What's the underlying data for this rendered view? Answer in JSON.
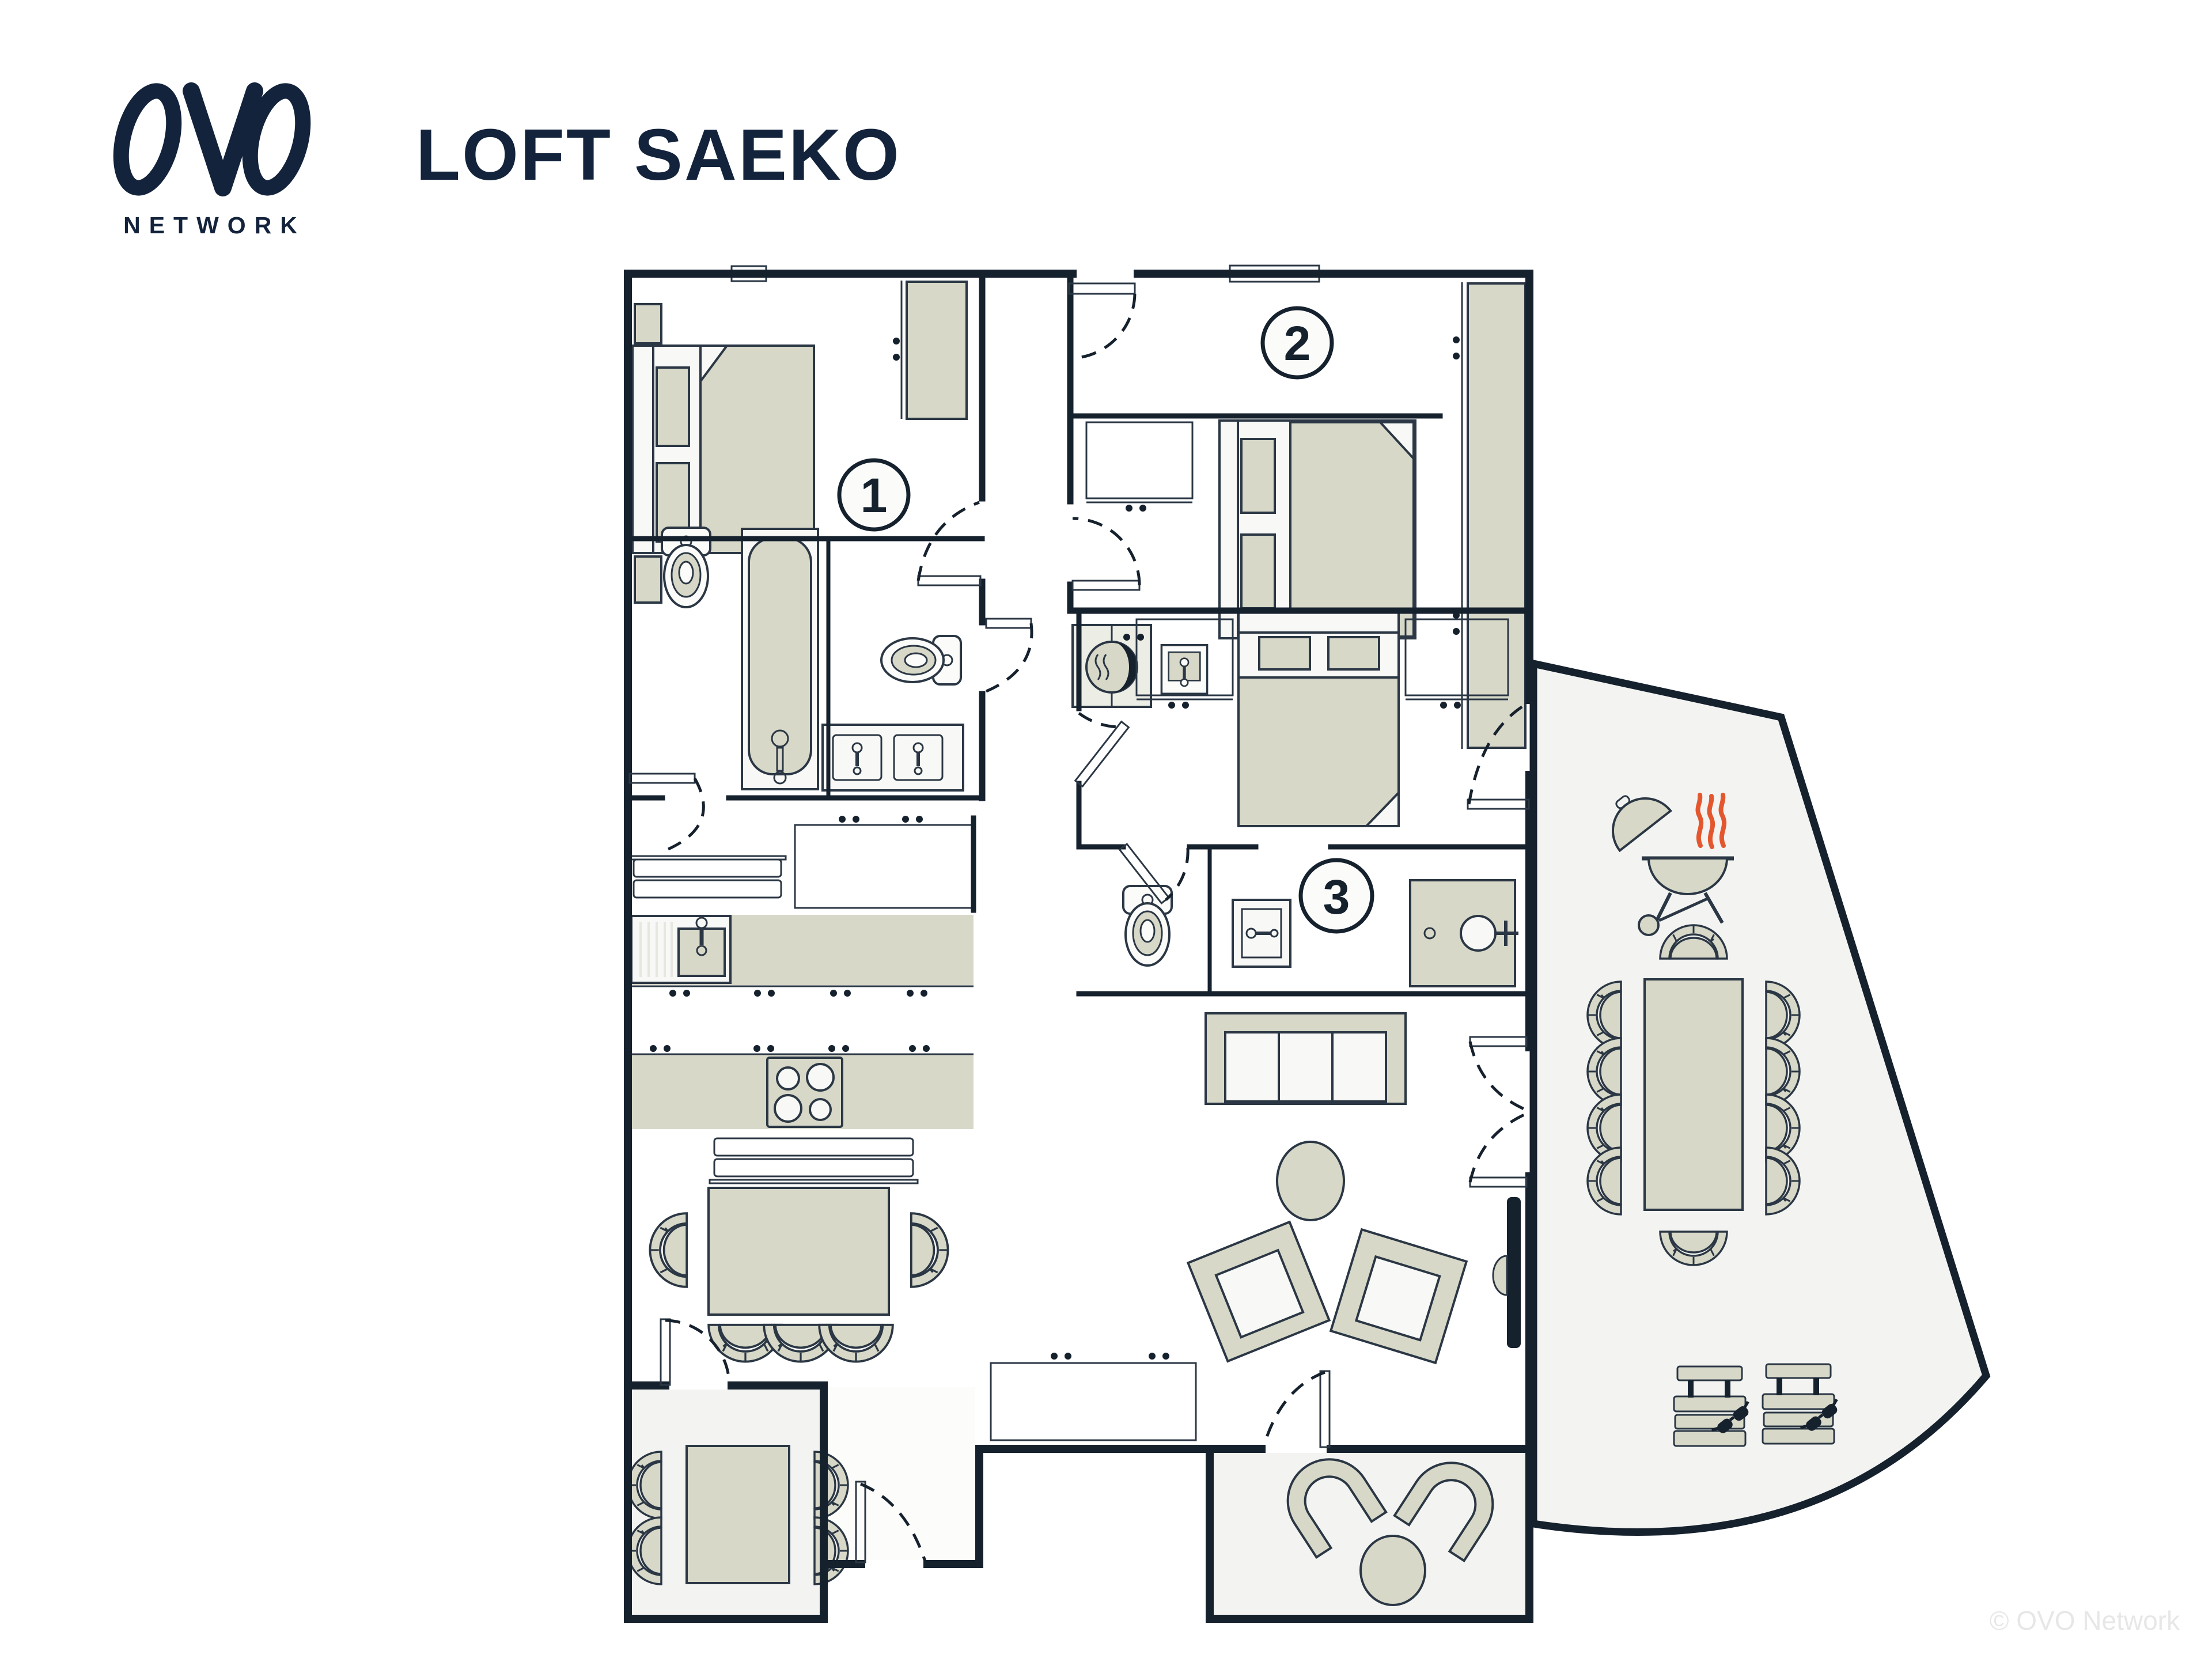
{
  "header": {
    "logo_text": "OVO",
    "logo_subtext": "NETWORK",
    "title": "LOFT SAEKO"
  },
  "floorplan": {
    "room_labels": [
      {
        "id": "bedroom-1",
        "number": "1"
      },
      {
        "id": "bedroom-2",
        "number": "2"
      },
      {
        "id": "bedroom-3",
        "number": "3"
      }
    ],
    "icons": {
      "bbq": "bbq-grill-with-flames",
      "sunglasses": "sunglasses-on-lounger",
      "washer": "washing-machine",
      "shower": "shower-head",
      "hob": "four-burner-hob",
      "toilet": "toilet",
      "sink": "sink-with-faucet",
      "bathtub": "bathtub"
    },
    "colors": {
      "wall": "#16212e",
      "furniture_fill": "#d7d8c8",
      "furniture_light": "#f8f9f6",
      "outdoor_floor": "#f3f4f2",
      "flame": "#e4572e",
      "title_text": "#13233c",
      "copyright_text": "#e7e7e7"
    }
  },
  "footer": {
    "copyright": "© OVO Network"
  }
}
